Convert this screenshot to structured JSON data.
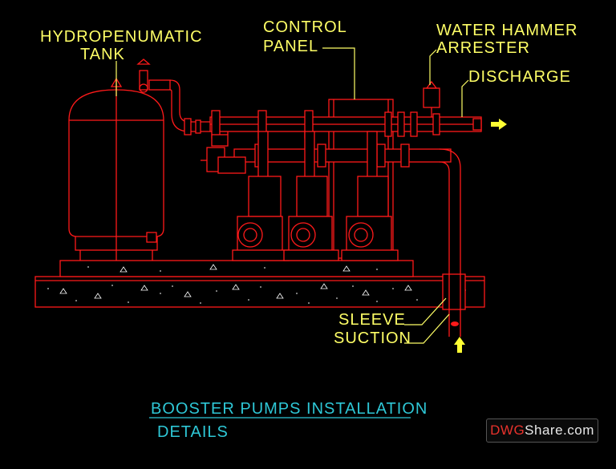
{
  "labels": {
    "tank_l1": "HYDROPENUMATIC",
    "tank_l2": "TANK",
    "panel_l1": "CONTROL",
    "panel_l2": "PANEL",
    "hammer_l1": "WATER HAMMER",
    "hammer_l2": "ARRESTER",
    "discharge": "DISCHARGE",
    "sleeve": "SLEEVE",
    "suction": "SUCTION"
  },
  "title": {
    "line1": "BOOSTER PUMPS INSTALLATION",
    "line2": "DETAILS"
  },
  "watermark": {
    "part1": "DWG",
    "part2": "Share.com"
  },
  "colors": {
    "background": "#000000",
    "pipework": "#ff1a1a",
    "label": "#ffff66",
    "title": "#2ec7d6",
    "arrow": "#ffff33"
  }
}
